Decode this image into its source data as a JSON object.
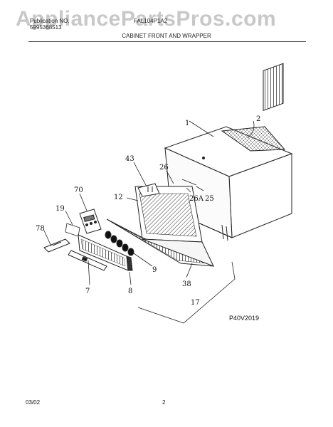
{
  "watermark": "AppliancePartsPros.com",
  "header": {
    "line1": "Publication NO.",
    "line2": "5995368513",
    "model": "FAL104P1A2",
    "title": "CABINET FRONT AND WRAPPER"
  },
  "callouts": {
    "c1": "1",
    "c2": "2",
    "c43": "43",
    "c26": "26",
    "c12": "12",
    "c70": "70",
    "c26A": "26A",
    "c25": "25",
    "c19": "19",
    "c78": "78",
    "c9": "9",
    "c38": "38",
    "c7": "7",
    "c8": "8",
    "c17": "17"
  },
  "figure_ref": "P40V2019",
  "footer": {
    "date": "03/02",
    "page": "2"
  }
}
